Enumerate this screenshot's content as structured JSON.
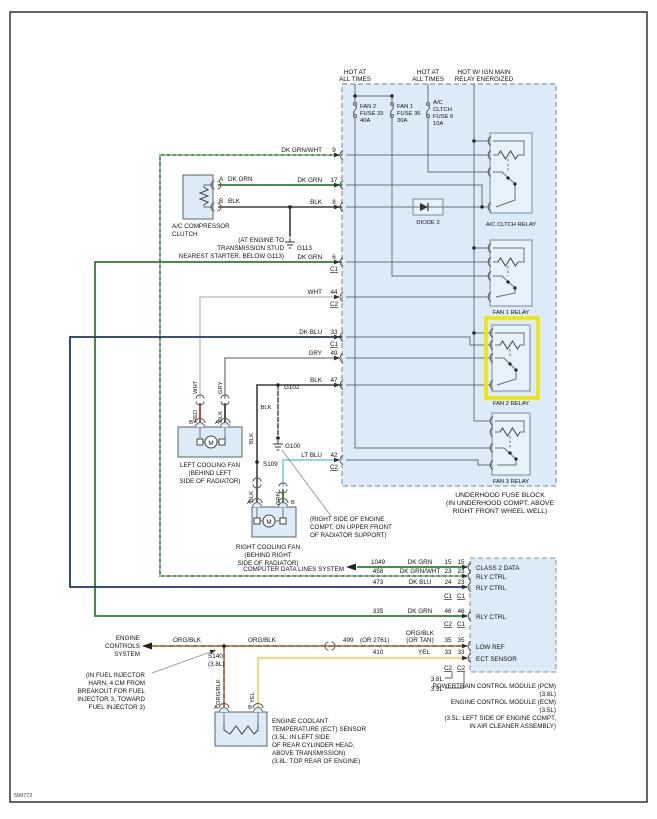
{
  "doc_number": "599772",
  "power": {
    "feeds": [
      {
        "l1": "HOT AT",
        "l2": "ALL TIMES"
      },
      {
        "l1": "HOT AT",
        "l2": "ALL TIMES"
      },
      {
        "l1": "HOT W/ IGN MAIN",
        "l2": "RELAY ENERGIZED"
      }
    ]
  },
  "fuse_block": {
    "caption": [
      "UNDERHOOD FUSE BLOCK",
      "(IN UNDERHOOD COMPT, ABOVE",
      "RIGHT FRONT WHEEL WELL)"
    ],
    "fuses": [
      {
        "l1": "FAN 2",
        "l2": "FUSE 33",
        "l3": "40A"
      },
      {
        "l1": "FAN 1",
        "l2": "FUSE 36",
        "l3": "30A"
      },
      {
        "l1": "A/C",
        "l2": "CLTCH",
        "l3": "FUSE 6",
        "l4": "10A"
      }
    ],
    "relays": [
      "A/C CLTCH RELAY",
      "FAN 1 RELAY",
      "FAN 2 RELAY",
      "FAN 3 RELAY"
    ],
    "diode": "DIODE 3"
  },
  "block_pins": [
    {
      "label": "DK GRN/WHT",
      "pin": "9"
    },
    {
      "label": "DK GRN",
      "pin": "17"
    },
    {
      "label": "BLK",
      "pin": "8"
    },
    {
      "label": "DK GRN",
      "pin": "6",
      "conn": "C1"
    },
    {
      "label": "WHT",
      "pin": "44",
      "conn": "C2"
    },
    {
      "label": "DK BLU",
      "pin": "33",
      "conn": "C1"
    },
    {
      "label": "GRY",
      "pin": "49"
    },
    {
      "label": "BLK",
      "pin": "47"
    },
    {
      "label": "LT BLU",
      "pin": "42",
      "conn": "C2"
    }
  ],
  "ac_clutch": {
    "pin_a": "A",
    "wire_a": "DK GRN",
    "pin_b": "B",
    "wire_b": "BLK",
    "label": [
      "A/C COMPRESSOR",
      "CLUTCH"
    ],
    "ground_note": [
      "(AT ENGINE TO",
      "TRANSMISSION STUD",
      "NEAREST STARTER, BELOW G113)"
    ],
    "ground_id": "G113"
  },
  "left_fan": {
    "label": [
      "LEFT COOLING FAN",
      "(BEHIND LEFT",
      "SIDE OF RADIATOR)"
    ],
    "motor": "M",
    "pin_b": "B",
    "pin_a": "A",
    "wire_red": "RED",
    "wire_wht": "WHT",
    "wire_blk": "BLK",
    "wire_gry": "GRY"
  },
  "right_fan": {
    "label": [
      "RIGHT COOLING FAN",
      "(BEHIND RIGHT",
      "SIDE OF RADIATOR)"
    ],
    "motor": "M",
    "pin_a": "A",
    "pin_b": "B",
    "wire_blk": "BLK",
    "wire_grn": "GRN"
  },
  "grounds": {
    "g102": "G102",
    "g100": "G100",
    "s109": "S109",
    "blk_drop": "BLK",
    "blk_fan": "BLK",
    "note": [
      "(RIGHT SIDE OF ENGINE",
      "COMPT, ON UPPER FRONT",
      "OF RADIATOR SUPPORT)"
    ]
  },
  "systems": {
    "data_lines": "COMPUTER DATA LINES SYSTEM",
    "engine_controls": [
      "ENGINE",
      "CONTROLS",
      "SYSTEM"
    ]
  },
  "splice": {
    "id": "S140",
    "engine": "(3.8L)"
  },
  "injector_note": [
    "(IN FUEL INJECTOR",
    "HARN, 4 CM FROM",
    "BREAKOUT FOR FUEL",
    "INJECTOR 3, TOWARD",
    "FUEL INJECTOR 3)"
  ],
  "bottom_wires": {
    "org_blk_left": "ORG/BLK",
    "org_blk_right": "ORG/BLK"
  },
  "pcm": {
    "rows": [
      {
        "circuit": "1049",
        "wire": "DK GRN",
        "pin_a": "15",
        "pin_b": "15",
        "desc": "CLASS 2 DATA"
      },
      {
        "circuit": "458",
        "wire": "DK GRN/WHT",
        "pin_a": "23",
        "pin_b": "23",
        "desc": "RLY CTRL"
      },
      {
        "circuit": "473",
        "wire": "DK BLU",
        "pin_a": "24",
        "pin_b": "23",
        "desc": "RLY CTRL"
      },
      {
        "circuit": "335",
        "wire": "DK GRN",
        "pin_a": "46",
        "pin_b": "46",
        "desc": "RLY CTRL"
      },
      {
        "circuit": "499",
        "alt": "(OR 2761)",
        "wire": "ORG/BLK",
        "wire2": "(OR TAN)",
        "pin_a": "35",
        "pin_b": "35",
        "desc": "LOW REF"
      },
      {
        "circuit": "410",
        "wire": "YEL",
        "pin_a": "33",
        "pin_b": "33",
        "desc": "ECT SENSOR"
      }
    ],
    "connectors": [
      {
        "a": "C1",
        "b": "C1"
      },
      {
        "a": "C2",
        "b": "C1"
      },
      {
        "a": "C2",
        "b": "C2"
      }
    ],
    "engine_a": "3.8L",
    "engine_b": "3.5L",
    "caption": [
      "POWERTRAIN CONTROL MODULE (PCM)",
      "(3.8L)",
      "ENGINE CONTROL MODULE (ECM)",
      "(3.5L)",
      "(3.5L: LEFT SIDE OF ENGINE COMPT,",
      "IN AIR CLEANER ASSEMBLY)"
    ]
  },
  "ect": {
    "pin_a": "A",
    "wire_a": "ORG/BLK",
    "pin_b": "B",
    "wire_b": "YEL",
    "label": [
      "ENGINE COOLANT",
      "TEMPERATURE (ECT) SENSOR",
      "(3.5L: IN LEFT SIDE",
      "OF REAR CYLINDER HEAD,",
      "ABOVE TRANSMISSION)",
      "(3.8L: TOP REAR OF ENGINE)"
    ]
  },
  "colors": {
    "dk_grn": "#2e7d32",
    "dk_blu": "#1f3864",
    "lt_blu": "#7fd4e4",
    "wht": "#c8ccd0",
    "gry": "#9aa0a6",
    "blk": "#3a3f44",
    "red": "#c03030",
    "yel": "#e9da8d",
    "org_blk": "#bf7b4a",
    "highlight": "#ede60a",
    "block_fill": "#dcebf7"
  }
}
